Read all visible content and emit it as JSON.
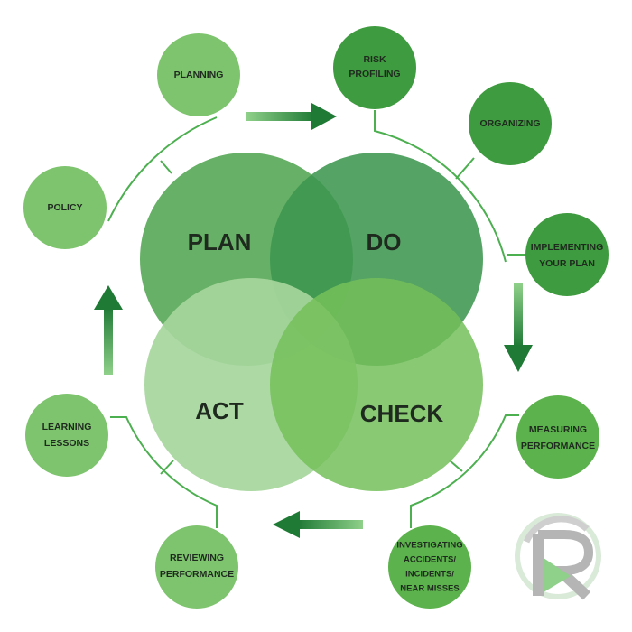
{
  "quadrants": {
    "plan": "PLAN",
    "do": "DO",
    "act": "ACT",
    "check": "CHECK"
  },
  "nodes": {
    "planning": [
      "PLANNING"
    ],
    "risk_profiling": [
      "RISK",
      "PROFILING"
    ],
    "organizing": [
      "ORGANIZING"
    ],
    "implementing": [
      "IMPLEMENTING",
      "YOUR PLAN"
    ],
    "measuring": [
      "MEASURING",
      "PERFORMANCE"
    ],
    "investigating": [
      "INVESTIGATING",
      "ACCIDENTS/",
      "INCIDENTS/",
      "NEAR MISSES"
    ],
    "reviewing": [
      "REVIEWING",
      "PERFORMANCE"
    ],
    "learning": [
      "LEARNING",
      "LESSONS"
    ],
    "policy": [
      "POLICY"
    ]
  },
  "colors": {
    "plan": "#5aa95a",
    "do": "#4a9d5a",
    "act": "#a8d8a0",
    "check": "#79c45e",
    "node_light": "#7ec46e",
    "node_dark": "#3f9b3f",
    "arrow": "#2e8b3e",
    "ring": "#4caf50"
  }
}
